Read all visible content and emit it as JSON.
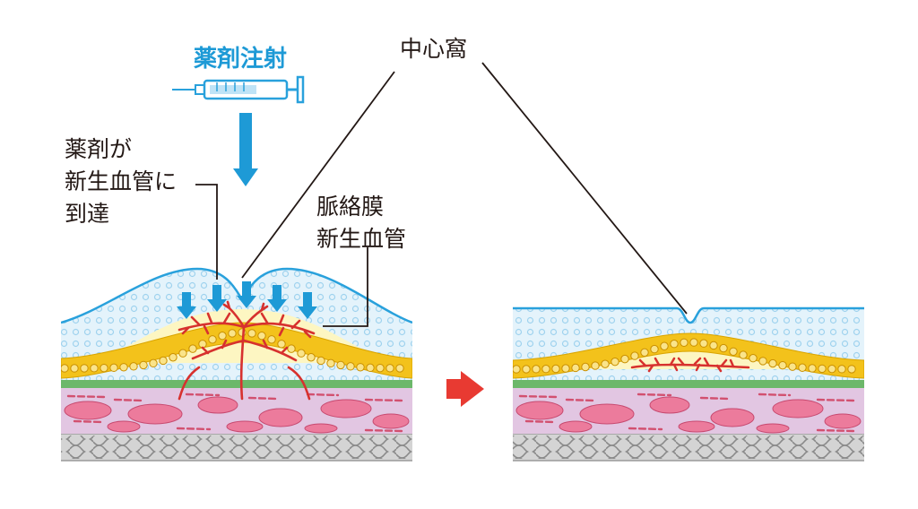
{
  "labels": {
    "injection": "薬剤注射",
    "drug_reach_line1": "薬剤が",
    "drug_reach_line2": "新生血管に",
    "drug_reach_line3": "到達",
    "fovea": "中心窩",
    "cnv_line1": "脈絡膜",
    "cnv_line2": "新生血管"
  },
  "colors": {
    "retina_fill": "#dff1fb",
    "retina_outline": "#29a1dc",
    "retina_dots": "#9fd2ee",
    "fluid": "#fdf6c2",
    "rpe": "#f3c21b",
    "rpe_cell": "#fae48a",
    "bruch": "#6cb86a",
    "choroid": "#d8b4d6",
    "choroid_vessel": "#ec7b9c",
    "sclera": "#c8c8c8",
    "vessel": "#d7312e",
    "drug_arrow": "#1e9ad6",
    "transition_arrow": "#e83a32"
  },
  "panels": [
    {
      "state": "before-treatment",
      "edema": true,
      "vessel_spread": "large"
    },
    {
      "state": "after-treatment",
      "edema": false,
      "vessel_spread": "small"
    }
  ]
}
